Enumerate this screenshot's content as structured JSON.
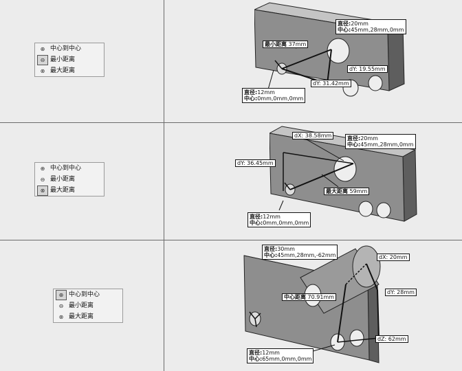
{
  "panels": [
    {
      "menu": [
        "中心到中心",
        "最小距离",
        "最大距离"
      ],
      "selected": 1,
      "labels": {
        "dia_label": "直径:",
        "dia_val": "20mm",
        "ctr_label": "中心:",
        "ctr_val": "45mm,28mm,0mm",
        "min_dist_label": "最小距离",
        "min_dist_val": "37mm",
        "dy1": "dY: 19.55mm",
        "dy2": "dY: 31.42mm",
        "dia2_label": "直径:",
        "dia2_val": "12mm",
        "ctr2_label": "中心:",
        "ctr2_val": "0mm,0mm,0mm"
      }
    },
    {
      "menu": [
        "中心到中心",
        "最小距离",
        "最大距离"
      ],
      "selected": 2,
      "labels": {
        "dx": "dX: 38.58mm",
        "dia_label": "直径:",
        "dia_val": "20mm",
        "ctr_label": "中心:",
        "ctr_val": "45mm,28mm,0mm",
        "dy": "dY: 36.45mm",
        "max_dist_label": "最大距离",
        "max_dist_val": "59mm",
        "dia2_label": "直径:",
        "dia2_val": "12mm",
        "ctr2_label": "中心:",
        "ctr2_val": "0mm,0mm,0mm"
      }
    },
    {
      "menu": [
        "中心到中心",
        "最小距离",
        "最大距离"
      ],
      "selected": 0,
      "labels": {
        "dia_label": "直径:",
        "dia_val": "30mm",
        "ctr_label": "中心:",
        "ctr_val": "45mm,28mm,-62mm",
        "dx": "dX: 20mm",
        "center_dist_label": "中心距离",
        "center_dist_val": "70.91mm",
        "dy": "dY: 28mm",
        "dz": "dZ: 62mm",
        "dia2_label": "直径:",
        "dia2_val": "12mm",
        "ctr2_label": "中心:",
        "ctr2_val": "65mm,0mm,0mm"
      }
    }
  ],
  "icons": [
    "center-to-center-icon",
    "min-distance-icon",
    "max-distance-icon"
  ],
  "colors": {
    "plate_front": "#8e8e8e",
    "plate_top": "#c4c4c4",
    "plate_side": "#5e5e5e",
    "line": "#111111"
  }
}
